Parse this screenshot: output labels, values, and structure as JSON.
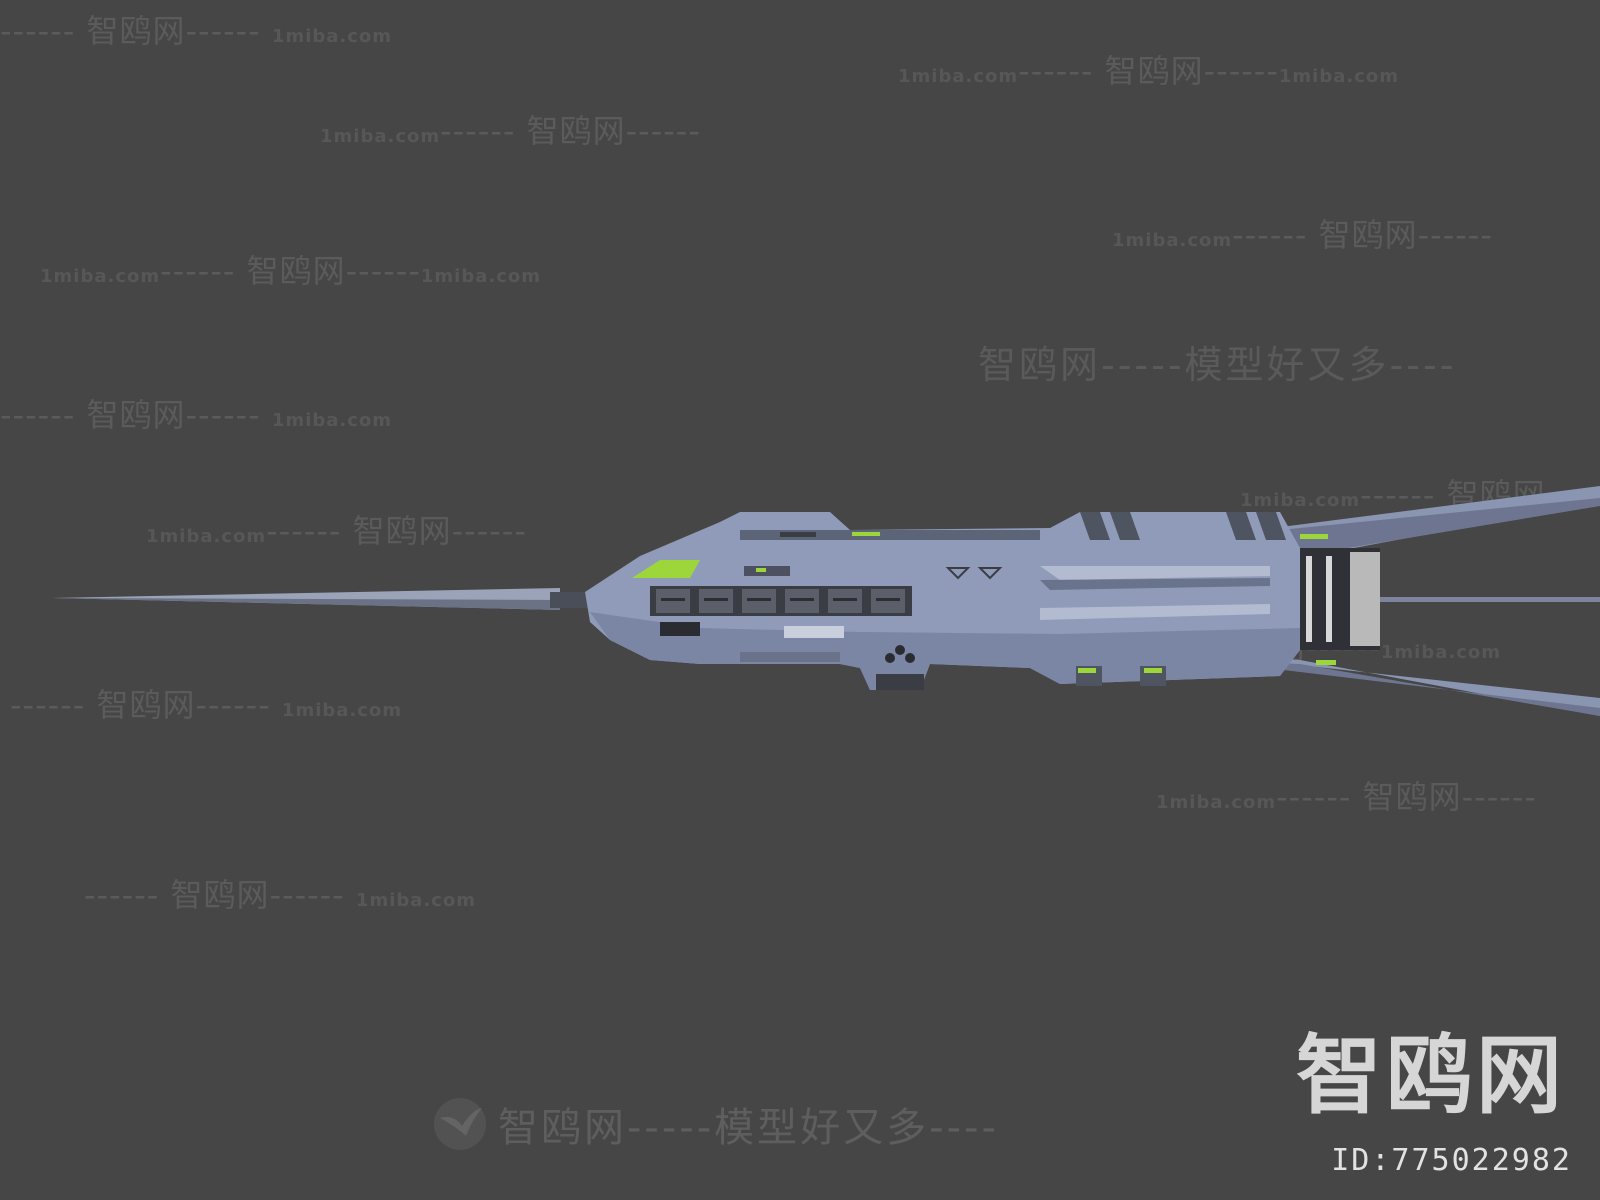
{
  "watermarks": {
    "brand": "智鸥网",
    "domain": "1miba.com",
    "slogan": "智鸥网-----模型好又多----",
    "dashes": "------"
  },
  "brand_logo": {
    "text": "智鸥网"
  },
  "model_id": {
    "text": "ID:775022982"
  },
  "colors": {
    "background": "#464646",
    "hull": "#8f9bb8",
    "hull_dark": "#5c6478",
    "accent_green": "#9cd63a",
    "panel_dark": "#3a3d44"
  },
  "icons": {
    "bird_logo": "seagull-logo-icon"
  }
}
